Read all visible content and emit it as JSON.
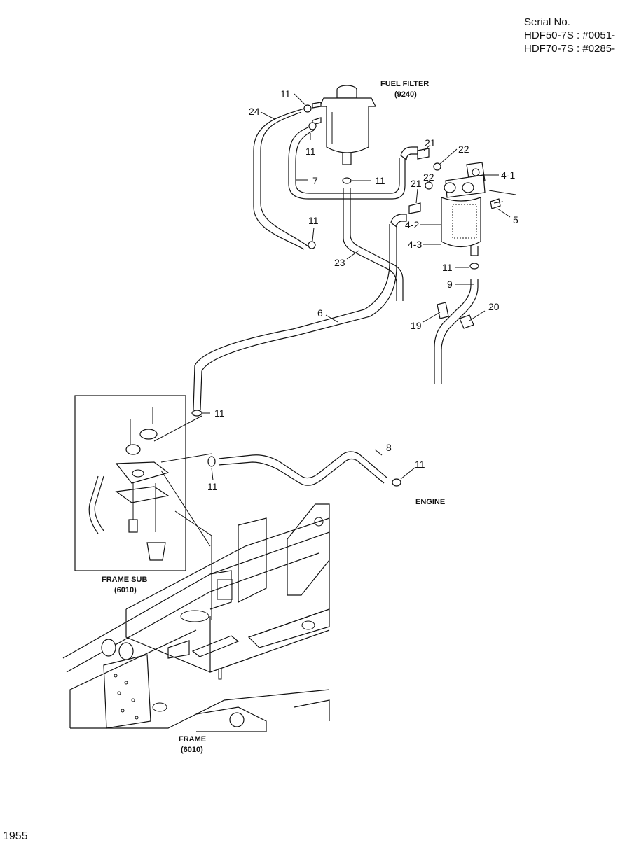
{
  "serial": {
    "title": "Serial No.",
    "lines": [
      "HDF50-7S : #0051-",
      "HDF70-7S : #0285-"
    ]
  },
  "captions": {
    "fuel_filter": "FUEL FILTER",
    "fuel_filter_code": "(9240)",
    "engine": "ENGINE",
    "frame_sub": "FRAME SUB",
    "frame_sub_code": "(6010)",
    "frame": "FRAME",
    "frame_code": "(6010)"
  },
  "callouts": {
    "c11a": "11",
    "c24": "24",
    "c11b": "11",
    "c21a": "21",
    "c22a": "22",
    "c4_1": "4-1",
    "c11c": "11",
    "c7": "7",
    "c22b": "22",
    "c21b": "21",
    "c5": "5",
    "c4_2": "4-2",
    "c11d": "11",
    "c4_3": "4-3",
    "c23": "23",
    "c11e": "11",
    "c9": "9",
    "c20": "20",
    "c19": "19",
    "c6": "6",
    "c11f": "11",
    "c8": "8",
    "c11g": "11",
    "c11h": "11"
  },
  "page_number": "1955"
}
